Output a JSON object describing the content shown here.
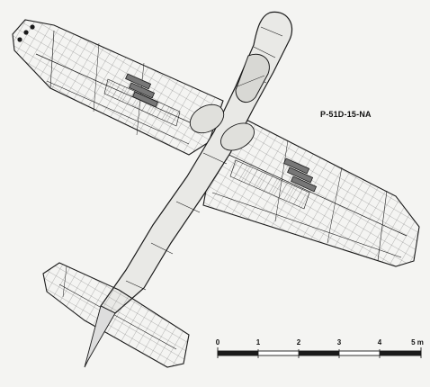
{
  "drawing": {
    "designation": "P-51D-15-NA"
  },
  "scale_bar": {
    "ticks": [
      {
        "label": "0"
      },
      {
        "label": "1"
      },
      {
        "label": "2"
      },
      {
        "label": "3"
      },
      {
        "label": "4"
      },
      {
        "label": "5 m"
      }
    ]
  },
  "colors": {
    "ink": "#1a1a1a",
    "paper": "#f4f4f2"
  }
}
